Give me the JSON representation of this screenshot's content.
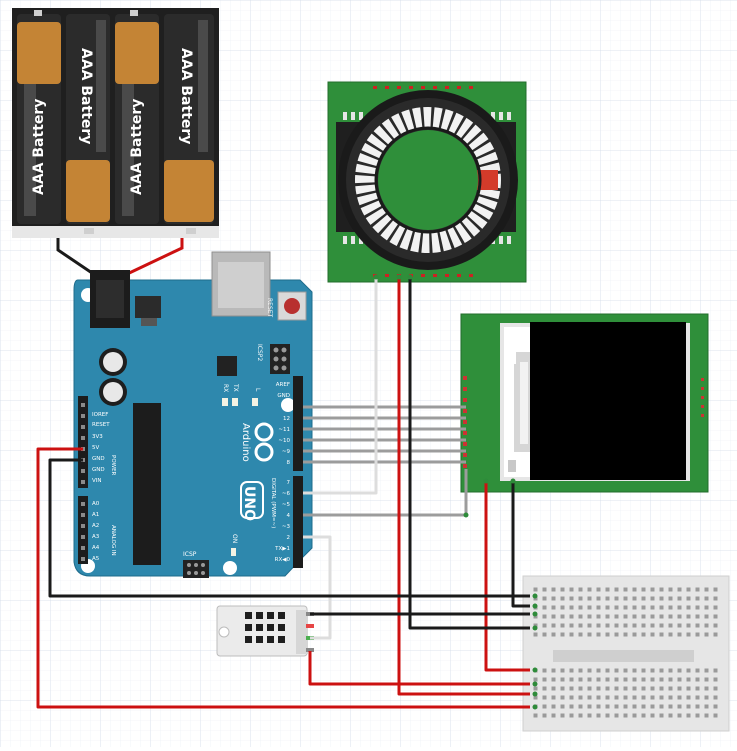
{
  "battery_pack": {
    "cells": [
      "AAA Battery",
      "AAA Battery",
      "AAA Battery",
      "AAA Battery"
    ]
  },
  "arduino": {
    "brand": "Arduino",
    "model": "UNO",
    "reset_label": "RESET",
    "icsp2_label": "ICSP2",
    "icsp_label": "ICSP",
    "tx_label": "TX",
    "rx_label": "RX",
    "l_label": "L",
    "on_label": "ON",
    "digital_label": "DIGITAL (PWM=~)",
    "power_label": "POWER",
    "analog_label": "ANALOG IN",
    "power_pins": [
      "IOREF",
      "RESET",
      "3V3",
      "5V",
      "GND",
      "GND",
      "VIN"
    ],
    "analog_pins": [
      "A0",
      "A1",
      "A2",
      "A3",
      "A4",
      "A5"
    ],
    "digital_pins_top": [
      "AREF",
      "GND",
      "13",
      "12",
      "~11",
      "~10",
      "~9",
      "8"
    ],
    "digital_pins_bottom": [
      "7",
      "~6",
      "~5",
      "4",
      "~3",
      "2",
      "TX▶1",
      "RX◀0"
    ]
  },
  "colors": {
    "arduino_board": "#2e88ad",
    "module_pcb": "#2f8f3a",
    "wire_red": "#cc1111",
    "wire_black": "#1a1a1a",
    "wire_gray": "#999999",
    "wire_white": "#dddddd",
    "grid_line": "#dfe6ef"
  }
}
